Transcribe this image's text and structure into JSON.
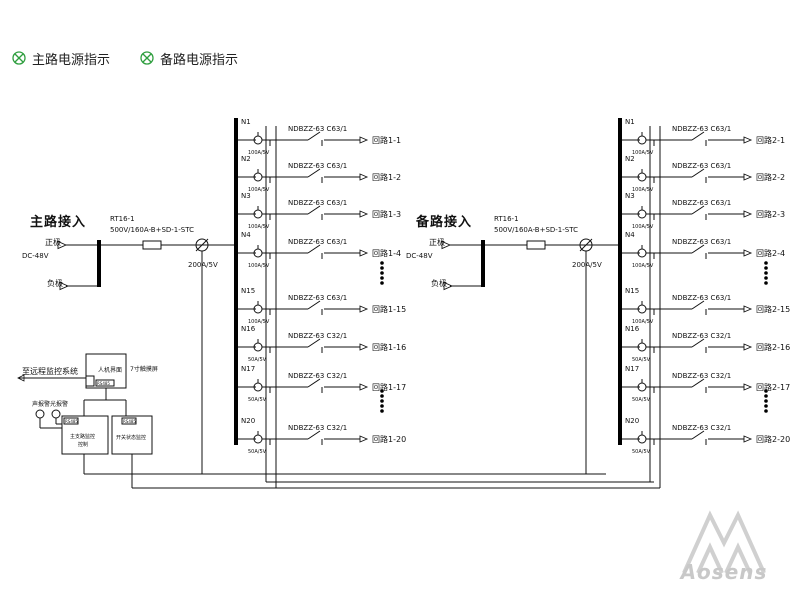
{
  "legend": {
    "main_power": "主路电源指示",
    "backup_power": "备路电源指示"
  },
  "main": {
    "title": "主路接入",
    "positive": "正极",
    "negative": "负极",
    "voltage": "DC-48V",
    "fuse_model": "RT16-1",
    "fuse_rating": "500V/160A-B+SD-1-STC",
    "shunt": "200A/5V"
  },
  "backup": {
    "title": "备路接入",
    "positive": "正极",
    "negative": "负极",
    "voltage": "DC-48V",
    "fuse_model": "RT16-1",
    "fuse_rating": "500V/160A-B+SD-1-STC",
    "shunt": "200A/5V"
  },
  "circuits_main": [
    {
      "n": "N1",
      "breaker": "NDBZZ-63 C63/1",
      "shunt": "100A/5V",
      "loop": "回路1-1"
    },
    {
      "n": "N2",
      "breaker": "NDBZZ-63 C63/1",
      "shunt": "100A/5V",
      "loop": "回路1-2"
    },
    {
      "n": "N3",
      "breaker": "NDBZZ-63 C63/1",
      "shunt": "100A/5V",
      "loop": "回路1-3"
    },
    {
      "n": "N4",
      "breaker": "NDBZZ-63 C63/1",
      "shunt": "100A/5V",
      "loop": "回路1-4"
    },
    {
      "n": "N15",
      "breaker": "NDBZZ-63 C63/1",
      "shunt": "100A/5V",
      "loop": "回路1-15"
    },
    {
      "n": "N16",
      "breaker": "NDBZZ-63 C32/1",
      "shunt": "50A/5V",
      "loop": "回路1-16"
    },
    {
      "n": "N17",
      "breaker": "NDBZZ-63 C32/1",
      "shunt": "50A/5V",
      "loop": "回路1-17"
    },
    {
      "n": "N20",
      "breaker": "NDBZZ-63 C32/1",
      "shunt": "50A/5V",
      "loop": "回路1-20"
    }
  ],
  "circuits_backup": [
    {
      "n": "N1",
      "breaker": "NDBZZ-63 C63/1",
      "shunt": "100A/5V",
      "loop": "回路2-1"
    },
    {
      "n": "N2",
      "breaker": "NDBZZ-63 C63/1",
      "shunt": "100A/5V",
      "loop": "回路2-2"
    },
    {
      "n": "N3",
      "breaker": "NDBZZ-63 C63/1",
      "shunt": "100A/5V",
      "loop": "回路2-3"
    },
    {
      "n": "N4",
      "breaker": "NDBZZ-63 C63/1",
      "shunt": "100A/5V",
      "loop": "回路2-4"
    },
    {
      "n": "N15",
      "breaker": "NDBZZ-63 C63/1",
      "shunt": "100A/5V",
      "loop": "回路2-15"
    },
    {
      "n": "N16",
      "breaker": "NDBZZ-63 C32/1",
      "shunt": "50A/5V",
      "loop": "回路2-16"
    },
    {
      "n": "N17",
      "breaker": "NDBZZ-63 C32/1",
      "shunt": "50A/5V",
      "loop": "回路2-17"
    },
    {
      "n": "N20",
      "breaker": "NDBZZ-63 C32/1",
      "shunt": "50A/5V",
      "loop": "回路2-20"
    }
  ],
  "control": {
    "remote": "至远程监控系统",
    "hmi": "人机界面",
    "touchscreen": "7寸触摸屏",
    "rs485": "RS485",
    "sound_alarm": "声报警",
    "light_alarm": "光报警",
    "main_monitor_line1": "主支路监控",
    "main_monitor_line2": "控制",
    "switch_monitor": "开关状态监控"
  },
  "watermark": "Aosens",
  "colors": {
    "line": "#111111",
    "busbar": "#000000",
    "lamp": "#2e9e3e",
    "watermark": "#c8c8c8"
  }
}
